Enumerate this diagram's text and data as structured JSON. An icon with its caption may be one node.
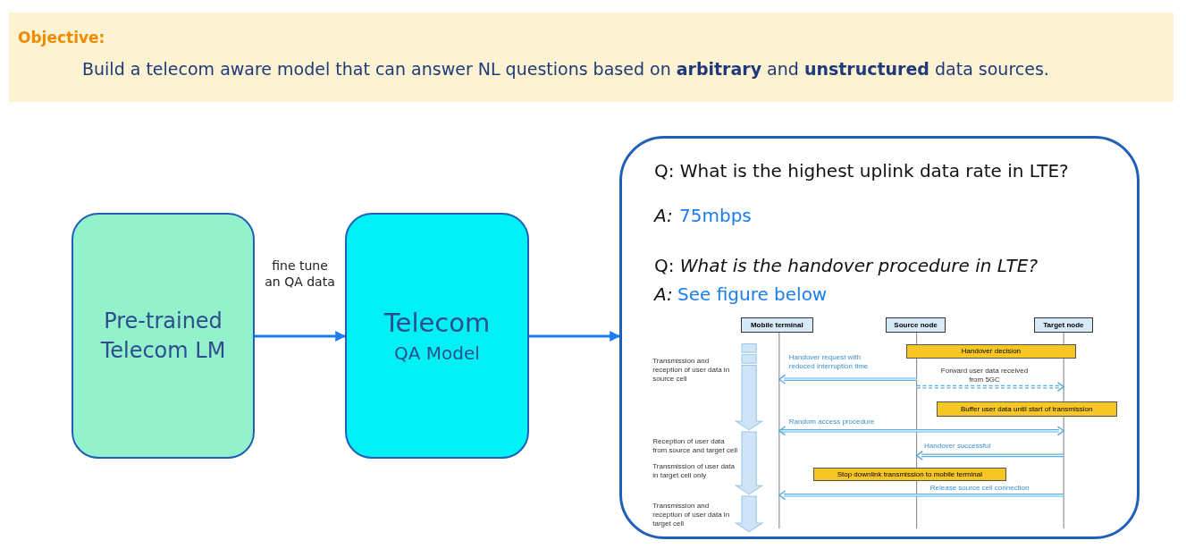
{
  "diagram": {
    "nodes": [
      {
        "text": [
          "Objective:",
          "Build a telecom aware model that can answer NL questions based on **arbitrary** and **unstructured** data sources."
        ]
      },
      {
        "text": [
          "Pre-trained Telecom LM"
        ]
      },
      {
        "text": [
          "Telecom",
          "QA Model"
        ]
      },
      {
        "text": [
          "Q: What is the highest uplink data rate in LTE?",
          "*A:*",
          "75mbps",
          "Q: *What is the handover procedure in LTE?*",
          "*A:*",
          "See figure below"
        ]
      },
      {
        "text": [
          "Mobile terminal"
        ],
        "in": 3
      },
      {
        "text": [
          "Source node"
        ],
        "in": 3
      },
      {
        "text": [
          "Target node"
        ],
        "in": 3
      },
      {
        "text": [
          "Handover decision"
        ],
        "in": 3
      },
      {
        "text": [
          "Buffer user data until start of transmission"
        ],
        "in": 3
      },
      {
        "text": [
          "Stop downlink transmission to mobile terminal"
        ],
        "in": 3
      }
    ],
    "edges": [
      {
        "from": 1,
        "to": 2,
        "arrow": "to",
        "label": "fine tune an QA data"
      },
      {
        "from": 2,
        "to": 3,
        "arrow": "to"
      }
    ],
    "labels": [
      "Transmission and reception of user data in source cell",
      "Handover request with reduced interruption time",
      "Forward user data received from 5GC",
      "Random access procedure",
      "Reception of user data from source and target cell",
      "Handover successful",
      "Transmission of user data in target cell only",
      "Release source cell connection",
      "Transmission and reception of user data in target cell"
    ]
  }
}
